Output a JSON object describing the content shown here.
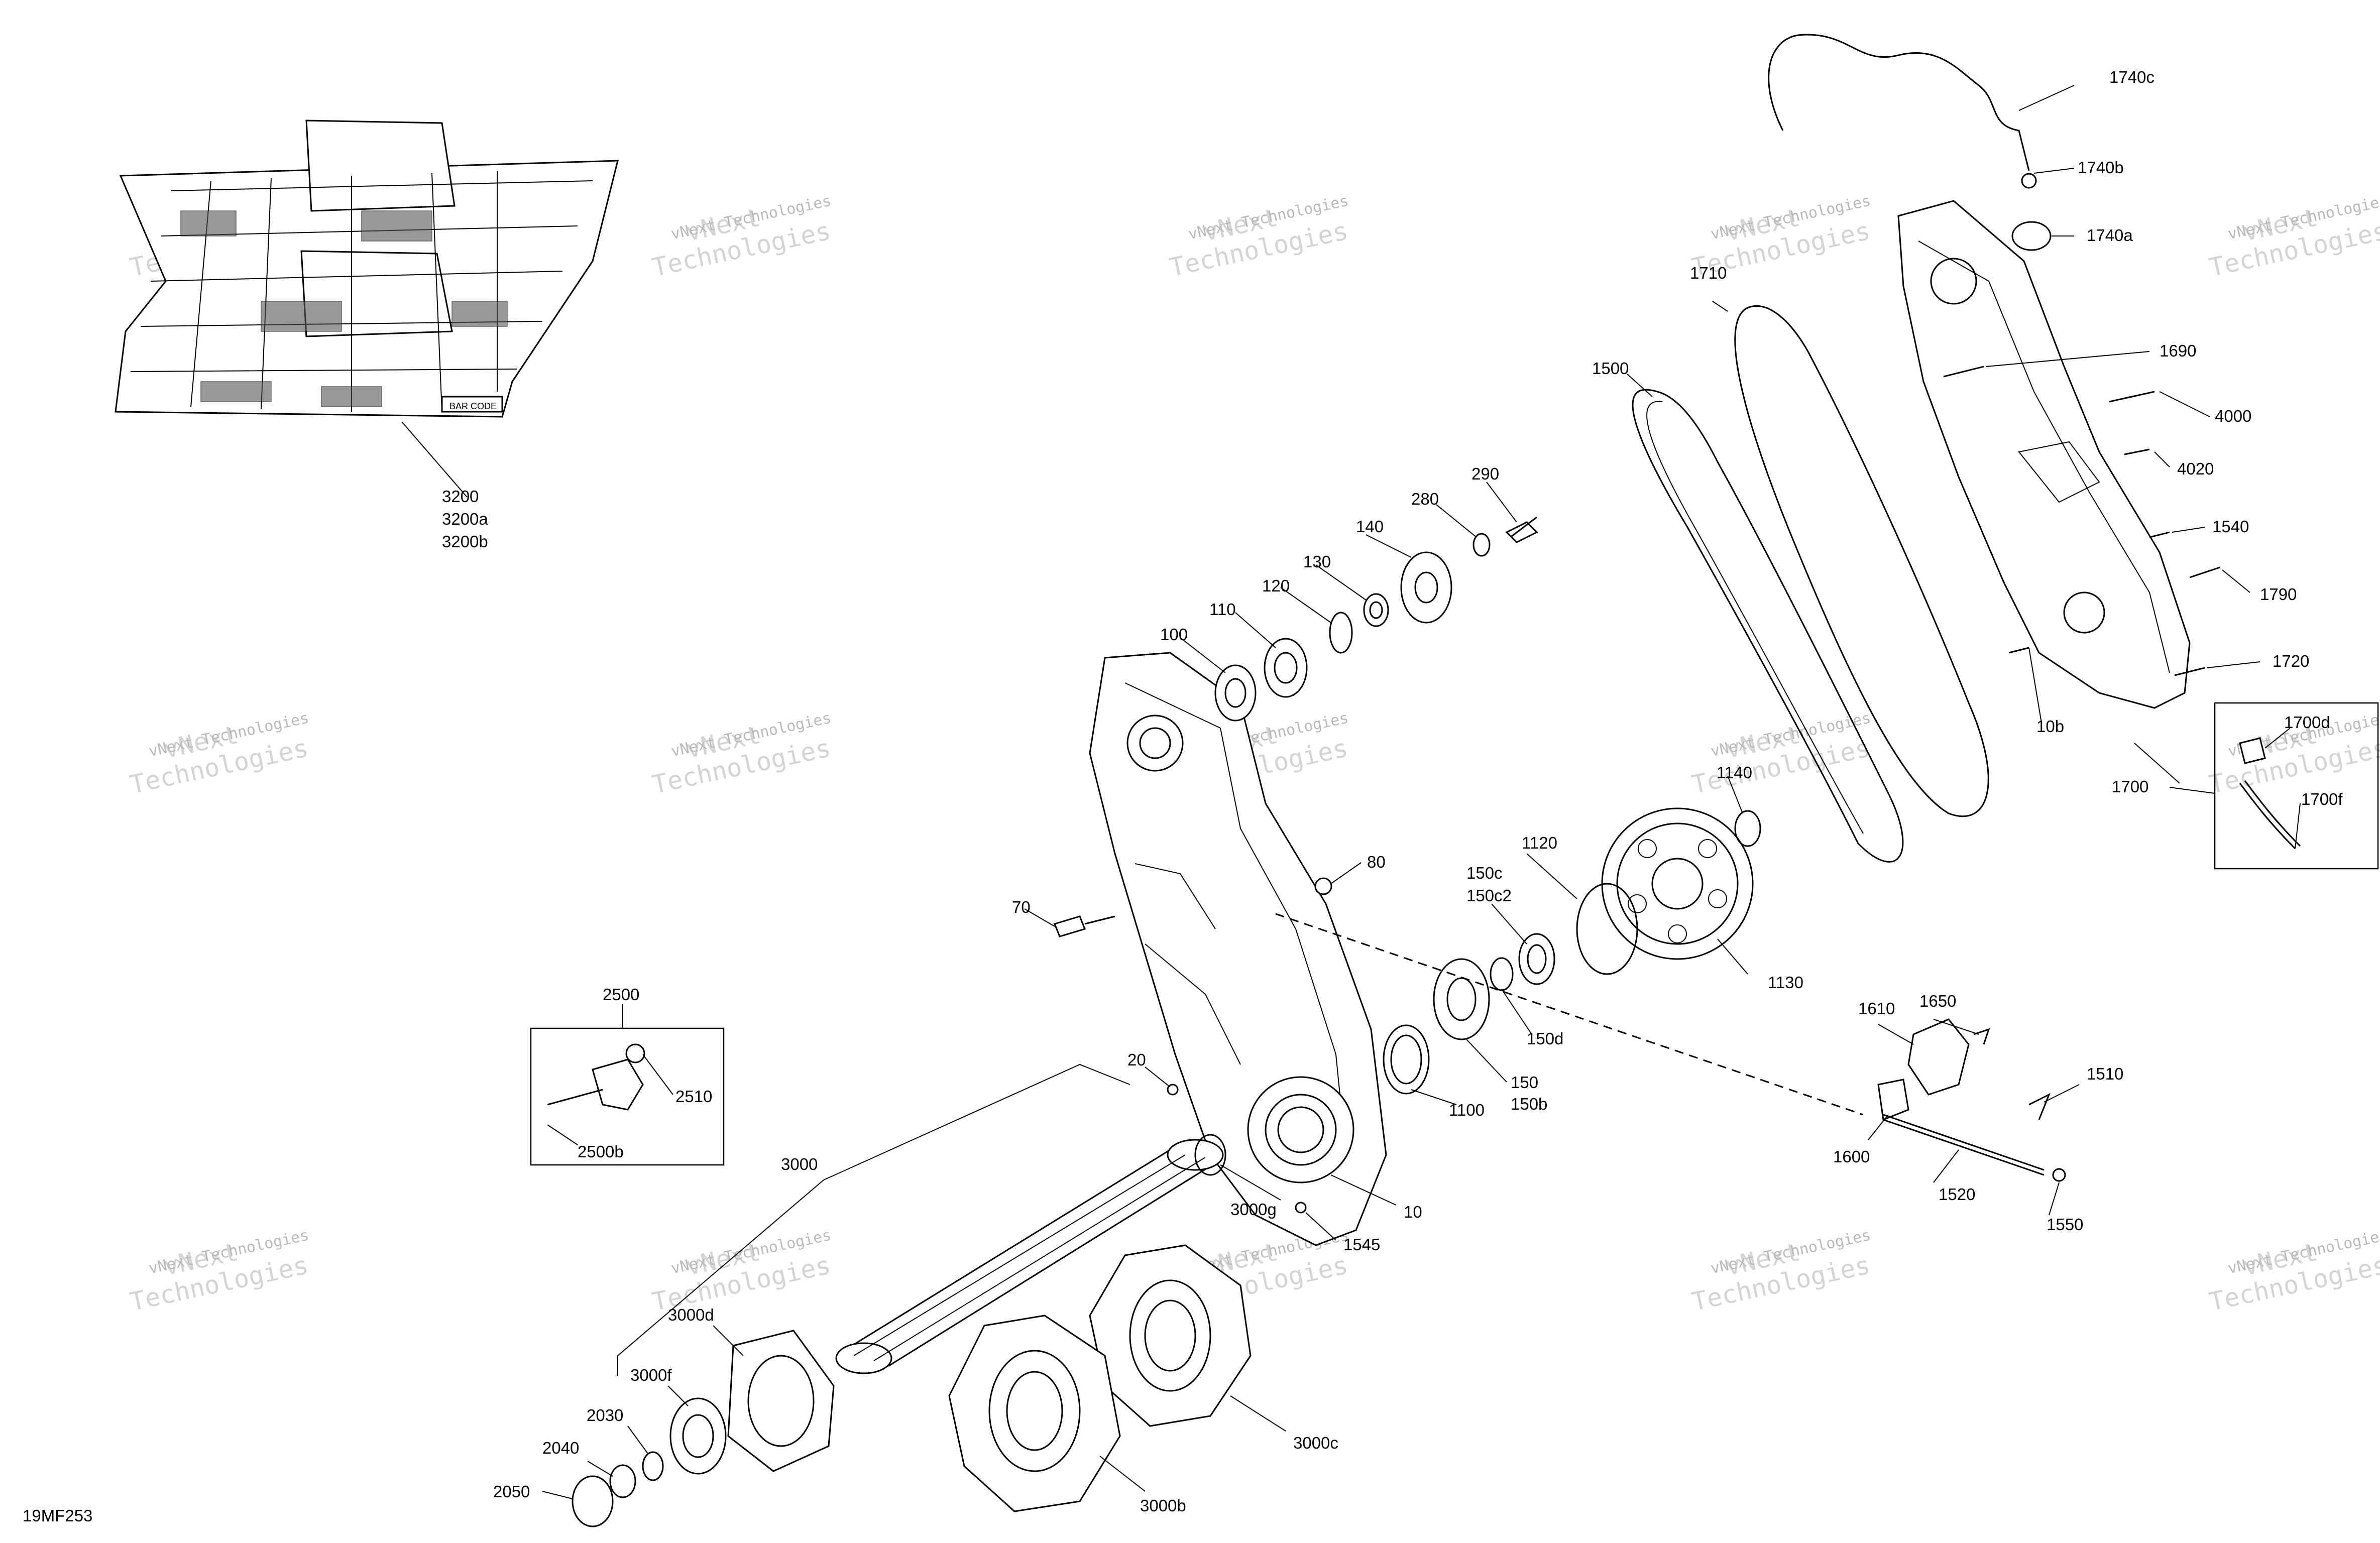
{
  "diagram_id": "19MF253",
  "watermark": {
    "brand_line1": "vNext Technologies",
    "brand_line2_a": "vNext",
    "brand_line2_b": "Technologies"
  },
  "barcode_label": "BAR CODE",
  "callouts": [
    {
      "id": "c1740c",
      "text": "1740c"
    },
    {
      "id": "c1740b",
      "text": "1740b"
    },
    {
      "id": "c1740a",
      "text": "1740a"
    },
    {
      "id": "c1710",
      "text": "1710"
    },
    {
      "id": "c1690",
      "text": "1690"
    },
    {
      "id": "c1500",
      "text": "1500"
    },
    {
      "id": "c4000",
      "text": "4000"
    },
    {
      "id": "c4020",
      "text": "4020"
    },
    {
      "id": "c1540",
      "text": "1540"
    },
    {
      "id": "c1790",
      "text": "1790"
    },
    {
      "id": "c1720",
      "text": "1720"
    },
    {
      "id": "c10b",
      "text": "10b"
    },
    {
      "id": "c1700d",
      "text": "1700d"
    },
    {
      "id": "c1700",
      "text": "1700"
    },
    {
      "id": "c1700f",
      "text": "1700f"
    },
    {
      "id": "c3200",
      "text": "3200"
    },
    {
      "id": "c3200a",
      "text": "3200a"
    },
    {
      "id": "c3200b",
      "text": "3200b"
    },
    {
      "id": "c290",
      "text": "290"
    },
    {
      "id": "c280",
      "text": "280"
    },
    {
      "id": "c140",
      "text": "140"
    },
    {
      "id": "c130",
      "text": "130"
    },
    {
      "id": "c120",
      "text": "120"
    },
    {
      "id": "c110",
      "text": "110"
    },
    {
      "id": "c100",
      "text": "100"
    },
    {
      "id": "c1140",
      "text": "1140"
    },
    {
      "id": "c1120",
      "text": "1120"
    },
    {
      "id": "c150c",
      "text": "150c"
    },
    {
      "id": "c150c2",
      "text": "150c2"
    },
    {
      "id": "c80",
      "text": "80"
    },
    {
      "id": "c70",
      "text": "70"
    },
    {
      "id": "c1130",
      "text": "1130"
    },
    {
      "id": "c150d",
      "text": "150d"
    },
    {
      "id": "c2500",
      "text": "2500"
    },
    {
      "id": "c2510",
      "text": "2510"
    },
    {
      "id": "c2500b",
      "text": "2500b"
    },
    {
      "id": "c20",
      "text": "20"
    },
    {
      "id": "c1100",
      "text": "1100"
    },
    {
      "id": "c150",
      "text": "150"
    },
    {
      "id": "c150b",
      "text": "150b"
    },
    {
      "id": "c1610",
      "text": "1610"
    },
    {
      "id": "c1650",
      "text": "1650"
    },
    {
      "id": "c1510",
      "text": "1510"
    },
    {
      "id": "c1600",
      "text": "1600"
    },
    {
      "id": "c1520",
      "text": "1520"
    },
    {
      "id": "c1550",
      "text": "1550"
    },
    {
      "id": "c3000",
      "text": "3000"
    },
    {
      "id": "c3000g",
      "text": "3000g"
    },
    {
      "id": "c10",
      "text": "10"
    },
    {
      "id": "c1545",
      "text": "1545"
    },
    {
      "id": "c3000d",
      "text": "3000d"
    },
    {
      "id": "c3000f",
      "text": "3000f"
    },
    {
      "id": "c2030",
      "text": "2030"
    },
    {
      "id": "c2040",
      "text": "2040"
    },
    {
      "id": "c2050",
      "text": "2050"
    },
    {
      "id": "c3000c",
      "text": "3000c"
    },
    {
      "id": "c3000b",
      "text": "3000b"
    }
  ]
}
